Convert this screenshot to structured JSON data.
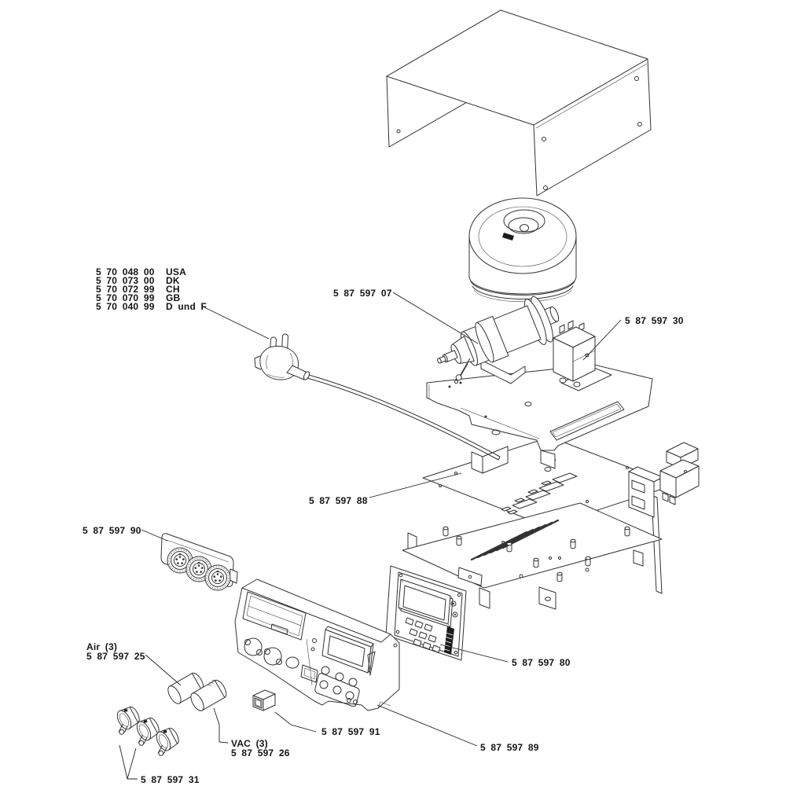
{
  "canvas": {
    "background": "#ffffff",
    "line_color": "#333333",
    "text_color": "#141414"
  },
  "diagram": {
    "type": "exploded-parts-diagram",
    "power_cord_variants": [
      {
        "part_number": "5 70 048 00",
        "region": "USA"
      },
      {
        "part_number": "5 70 073 00",
        "region": "DK"
      },
      {
        "part_number": "5 70 072 99",
        "region": "CH"
      },
      {
        "part_number": "5 70 070 99",
        "region": "GB"
      },
      {
        "part_number": "5 70 040 99",
        "region": "D und F"
      }
    ],
    "labels": {
      "pump_motor": "5 87 597 07",
      "solenoid_valve": "5 87 597 30",
      "main_pcb": "5 87 597 88",
      "connector_panel": "5 87 597 90",
      "air_qty": "Air (3)",
      "air_fittings": "5 87 597 25",
      "vac_qty": "VAC (3)",
      "vac_fittings": "5 87 597 26",
      "rocker_switch": "5 87 597 91",
      "front_panel": "5 87 597 89",
      "display_keypad_pcb": "5 87 597 80",
      "filter_caps": "5 87 597 31"
    }
  }
}
